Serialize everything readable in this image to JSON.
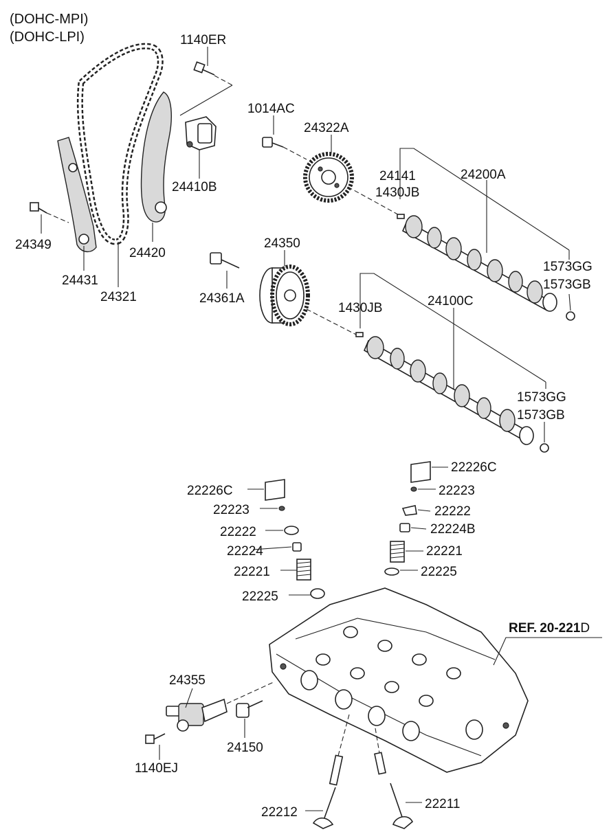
{
  "header": {
    "lines": [
      "(DOHC-MPI)",
      "(DOHC-LPI)"
    ]
  },
  "ref_label": {
    "prefix": "REF.",
    "number": "20-221",
    "suffix": "D"
  },
  "labels": {
    "p1140ER": "1140ER",
    "p1014AC": "1014AC",
    "p24322A": "24322A",
    "p24141": "24141",
    "p1430JB_upper": "1430JB",
    "p24200A": "24200A",
    "p24410B": "24410B",
    "p24349": "24349",
    "p24420": "24420",
    "p24431": "24431",
    "p24321": "24321",
    "p24350": "24350",
    "p24361A": "24361A",
    "p1430JB_lower": "1430JB",
    "p24100C": "24100C",
    "p1573GG_upper": "1573GG",
    "p1573GB_upper": "1573GB",
    "p1573GG_lower": "1573GG",
    "p1573GB_lower": "1573GB",
    "p22226C_right": "22226C",
    "p22223_right": "22223",
    "p22222_right": "22222",
    "p22224B": "22224B",
    "p22221_right": "22221",
    "p22225_right": "22225",
    "p22226C_left": "22226C",
    "p22223_left": "22223",
    "p22222_left": "22222",
    "p22224": "22224",
    "p22221_left": "22221",
    "p22225_left": "22225",
    "p24355": "24355",
    "p24150": "24150",
    "p1140EJ": "1140EJ",
    "p22212": "22212",
    "p22211": "22211"
  }
}
